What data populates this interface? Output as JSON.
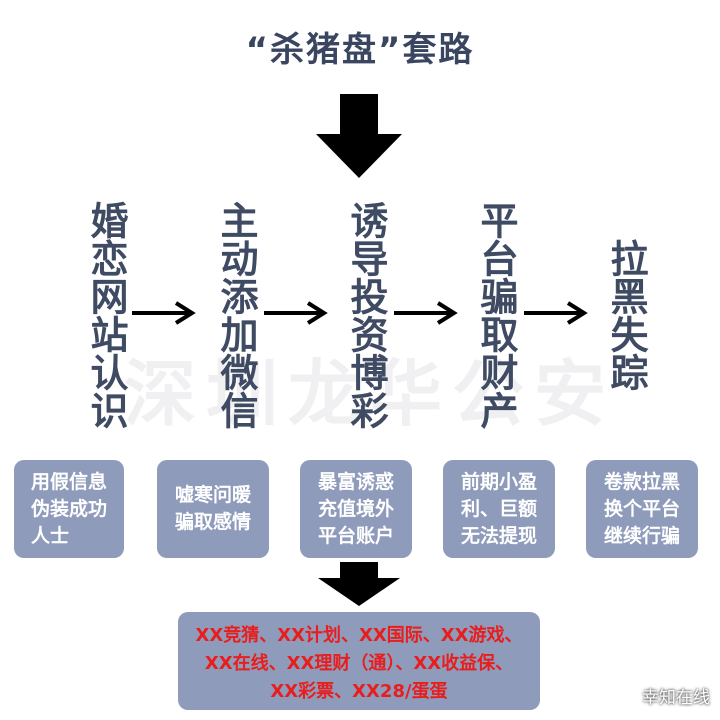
{
  "title": "“杀猪盘”套路",
  "watermark": "深圳龙华公安",
  "stages": [
    "婚恋网站认识",
    "主动添加微信",
    "诱导投资博彩",
    "平台骗取财产",
    "拉黑失踪"
  ],
  "boxes": [
    [
      "用假信息",
      "伪装成功",
      "人士"
    ],
    [
      "嘘寒问暖",
      "骗取感情"
    ],
    [
      "暴富诱惑",
      "充值境外",
      "平台账户"
    ],
    [
      "前期小盈",
      "利、巨额",
      "无法提现"
    ],
    [
      "卷款拉黑",
      "换个平台",
      "继续行骗"
    ]
  ],
  "platforms": [
    "XX竞猜、XX计划、XX国际、XX游戏、",
    "XX在线、XX理财（通）、XX收益保、",
    "XX彩票、XX28/蛋蛋"
  ],
  "credit": "幸知在线",
  "colors": {
    "box": "#8f9bba",
    "title": "#3a4560",
    "platform_text": "#e81e1e"
  }
}
